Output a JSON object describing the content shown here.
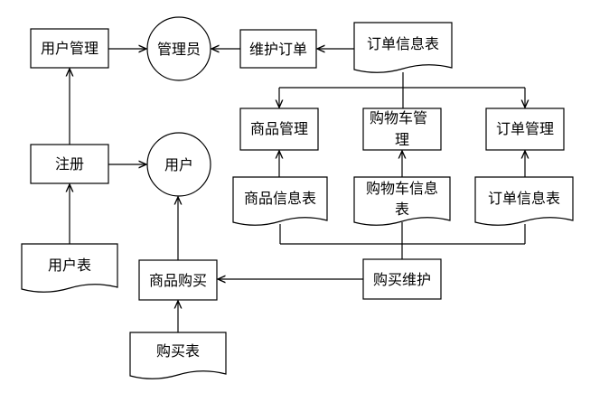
{
  "nodes": {
    "user_mgmt": "用户管理",
    "admin": "管理员",
    "maintain_order": "维护订单",
    "order_table_top": "订单信息表",
    "product_mgmt": "商品管理",
    "cart_mgmt_1": "购物车管",
    "cart_mgmt_2": "理",
    "order_mgmt": "订单管理",
    "register": "注册",
    "user": "用户",
    "product_table": "商品信息表",
    "cart_table_1": "购物车信息",
    "cart_table_2": "表",
    "order_table": "订单信息表",
    "user_table": "用户表",
    "product_purchase": "商品购买",
    "purchase_maint": "购买维护",
    "purchase_table": "购买表"
  }
}
